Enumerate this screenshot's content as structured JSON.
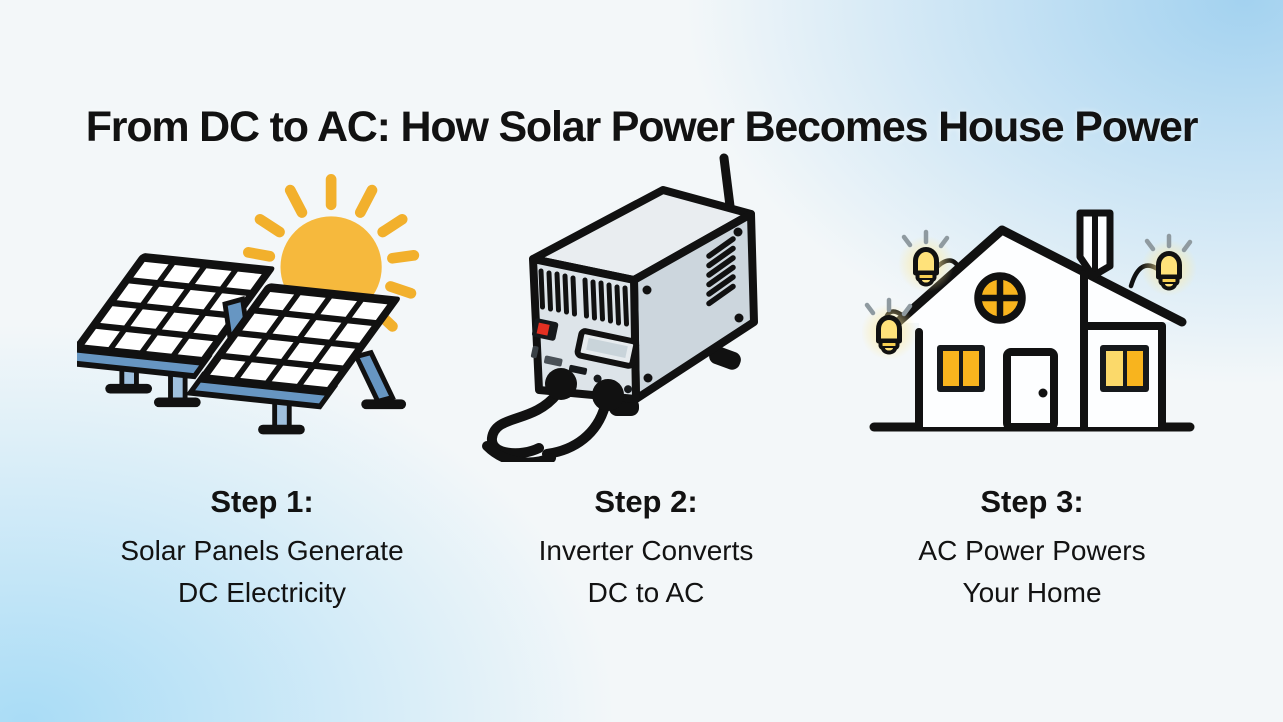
{
  "title": "From DC to AC: How Solar Power Becomes House Power",
  "steps": [
    {
      "heading": "Step 1:",
      "line1": "Solar Panels Generate",
      "line2": "DC Electricity",
      "icon": "solar-panels-sun-icon"
    },
    {
      "heading": "Step 2:",
      "line1": "Inverter Converts",
      "line2": "DC to AC",
      "icon": "inverter-icon"
    },
    {
      "heading": "Step 3:",
      "line1": "AC Power Powers",
      "line2": "Your Home",
      "icon": "house-with-lights-icon"
    }
  ],
  "colors": {
    "text": "#121212",
    "outline": "#111111",
    "bg_base": "#f3f7f9",
    "bg_top_right_blue": "#a3d2f0",
    "bg_bottom_left_blue": "#a9dcf6",
    "sun": "#f6b93d",
    "sun_ray": "#f2b02c",
    "panel_edge_blue": "#6796c2",
    "panel_leg_blue": "#9fc0dd",
    "inverter_top": "#e9edf0",
    "inverter_front": "#dde4e9",
    "inverter_side": "#ccd6dd",
    "led_red": "#e33022",
    "window_yellow": "#f8b41e",
    "window_pale_yellow": "#fbd96a",
    "bulb_yellow": "#ffe27a",
    "bulb_band": "#f7cf52",
    "bulb_glow": "#ffeb9e",
    "ray_gray": "#8f9aa0"
  }
}
